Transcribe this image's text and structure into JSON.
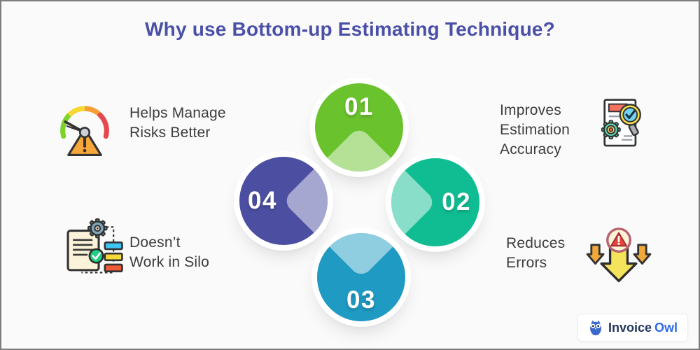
{
  "title": "Why use Bottom-up Estimating Technique?",
  "colors": {
    "background": "#fafafa",
    "title_text": "#4a4fa8",
    "label_text": "#3c3c3c",
    "step1_green": "#6ac32d",
    "step2_teal": "#10bd92",
    "step3_blue": "#1f9ac2",
    "step4_purple": "#4c4fa1",
    "logo_accent": "#2d6ce4"
  },
  "steps": [
    {
      "number": "01",
      "color": "#6ac32d",
      "wedge_direction": "up"
    },
    {
      "number": "02",
      "color": "#10bd92",
      "wedge_direction": "right"
    },
    {
      "number": "03",
      "color": "#1f9ac2",
      "wedge_direction": "down"
    },
    {
      "number": "04",
      "color": "#4c4fa1",
      "wedge_direction": "left"
    }
  ],
  "benefits": [
    {
      "id": "helps-manage-risks",
      "position": "top-left",
      "icon": "risk-gauge-icon",
      "lines": [
        "Helps Manage",
        "Risks Better"
      ]
    },
    {
      "id": "improves-estimation-accuracy",
      "position": "top-right",
      "icon": "document-magnifier-icon",
      "lines": [
        "Improves",
        "Estimation",
        "Accuracy"
      ]
    },
    {
      "id": "reduces-errors",
      "position": "bottom-right",
      "icon": "error-warning-arrows-icon",
      "lines": [
        "Reduces",
        "Errors"
      ]
    },
    {
      "id": "doesnt-work-in-silo",
      "position": "bottom-left",
      "icon": "workflow-gear-document-icon",
      "lines": [
        "Doesn’t",
        "Work in Silo"
      ]
    }
  ],
  "logo": {
    "icon": "owl-icon",
    "brand_primary": "Invoice",
    "brand_accent": "Owl"
  }
}
